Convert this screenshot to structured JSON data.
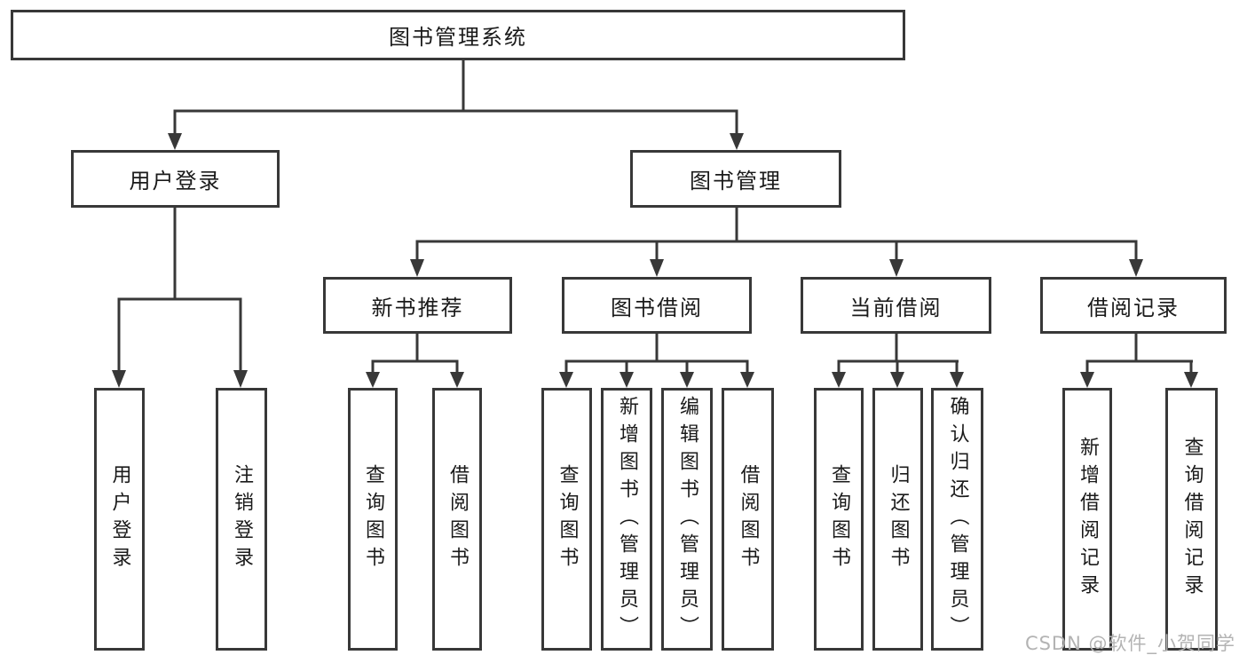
{
  "tree": {
    "label": "图书管理系统",
    "children": [
      {
        "label": "用户登录",
        "children": [
          {
            "label": "用户登录"
          },
          {
            "label": "注销登录"
          }
        ]
      },
      {
        "label": "图书管理",
        "children": [
          {
            "label": "新书推荐",
            "children": [
              {
                "label": "查询图书"
              },
              {
                "label": "借阅图书"
              }
            ]
          },
          {
            "label": "图书借阅",
            "children": [
              {
                "label": "查询图书"
              },
              {
                "label": "新增图书（管理员）"
              },
              {
                "label": "编辑图书（管理员）"
              },
              {
                "label": "借阅图书"
              }
            ]
          },
          {
            "label": "当前借阅",
            "children": [
              {
                "label": "查询图书"
              },
              {
                "label": "归还图书"
              },
              {
                "label": "确认归还（管理员）"
              }
            ]
          },
          {
            "label": "借阅记录",
            "children": [
              {
                "label": "新增借阅记录"
              },
              {
                "label": "查询借阅记录"
              }
            ]
          }
        ]
      }
    ]
  },
  "watermark": {
    "text": "CSDN @软件_小贺同学"
  },
  "colors": {
    "line": "#383838",
    "box_border": "#383838",
    "box_fill": "#ffffff",
    "text": "#1a1a1a",
    "watermark": "#b3b3b3",
    "background": "#ffffff"
  }
}
